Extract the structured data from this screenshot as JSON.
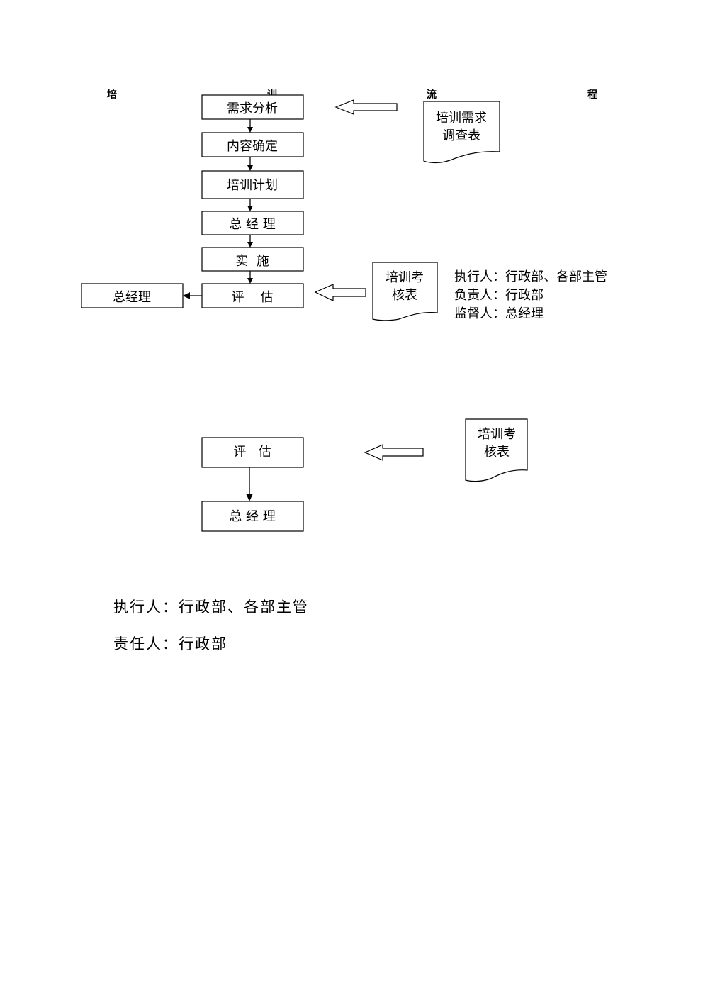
{
  "title": [
    "培",
    "训",
    "流",
    "程"
  ],
  "flow1": {
    "steps": [
      "需求分析",
      "内容确定",
      "培训计划",
      "总 经 理",
      "实  施",
      "评    估"
    ],
    "side_box": "总经理",
    "docs": [
      {
        "lines": [
          "培训需求",
          "调查表"
        ]
      },
      {
        "lines": [
          "培训考",
          "核表"
        ]
      }
    ],
    "notes": [
      "执行人：行政部、各部主管",
      "负责人：行政部",
      "监督人：总经理"
    ]
  },
  "flow2": {
    "steps": [
      "评   估",
      "总 经 理"
    ],
    "doc": {
      "lines": [
        "培训考",
        "核表"
      ]
    }
  },
  "bottom_notes": [
    "执行人：行政部、各部主管",
    "责任人：行政部"
  ]
}
